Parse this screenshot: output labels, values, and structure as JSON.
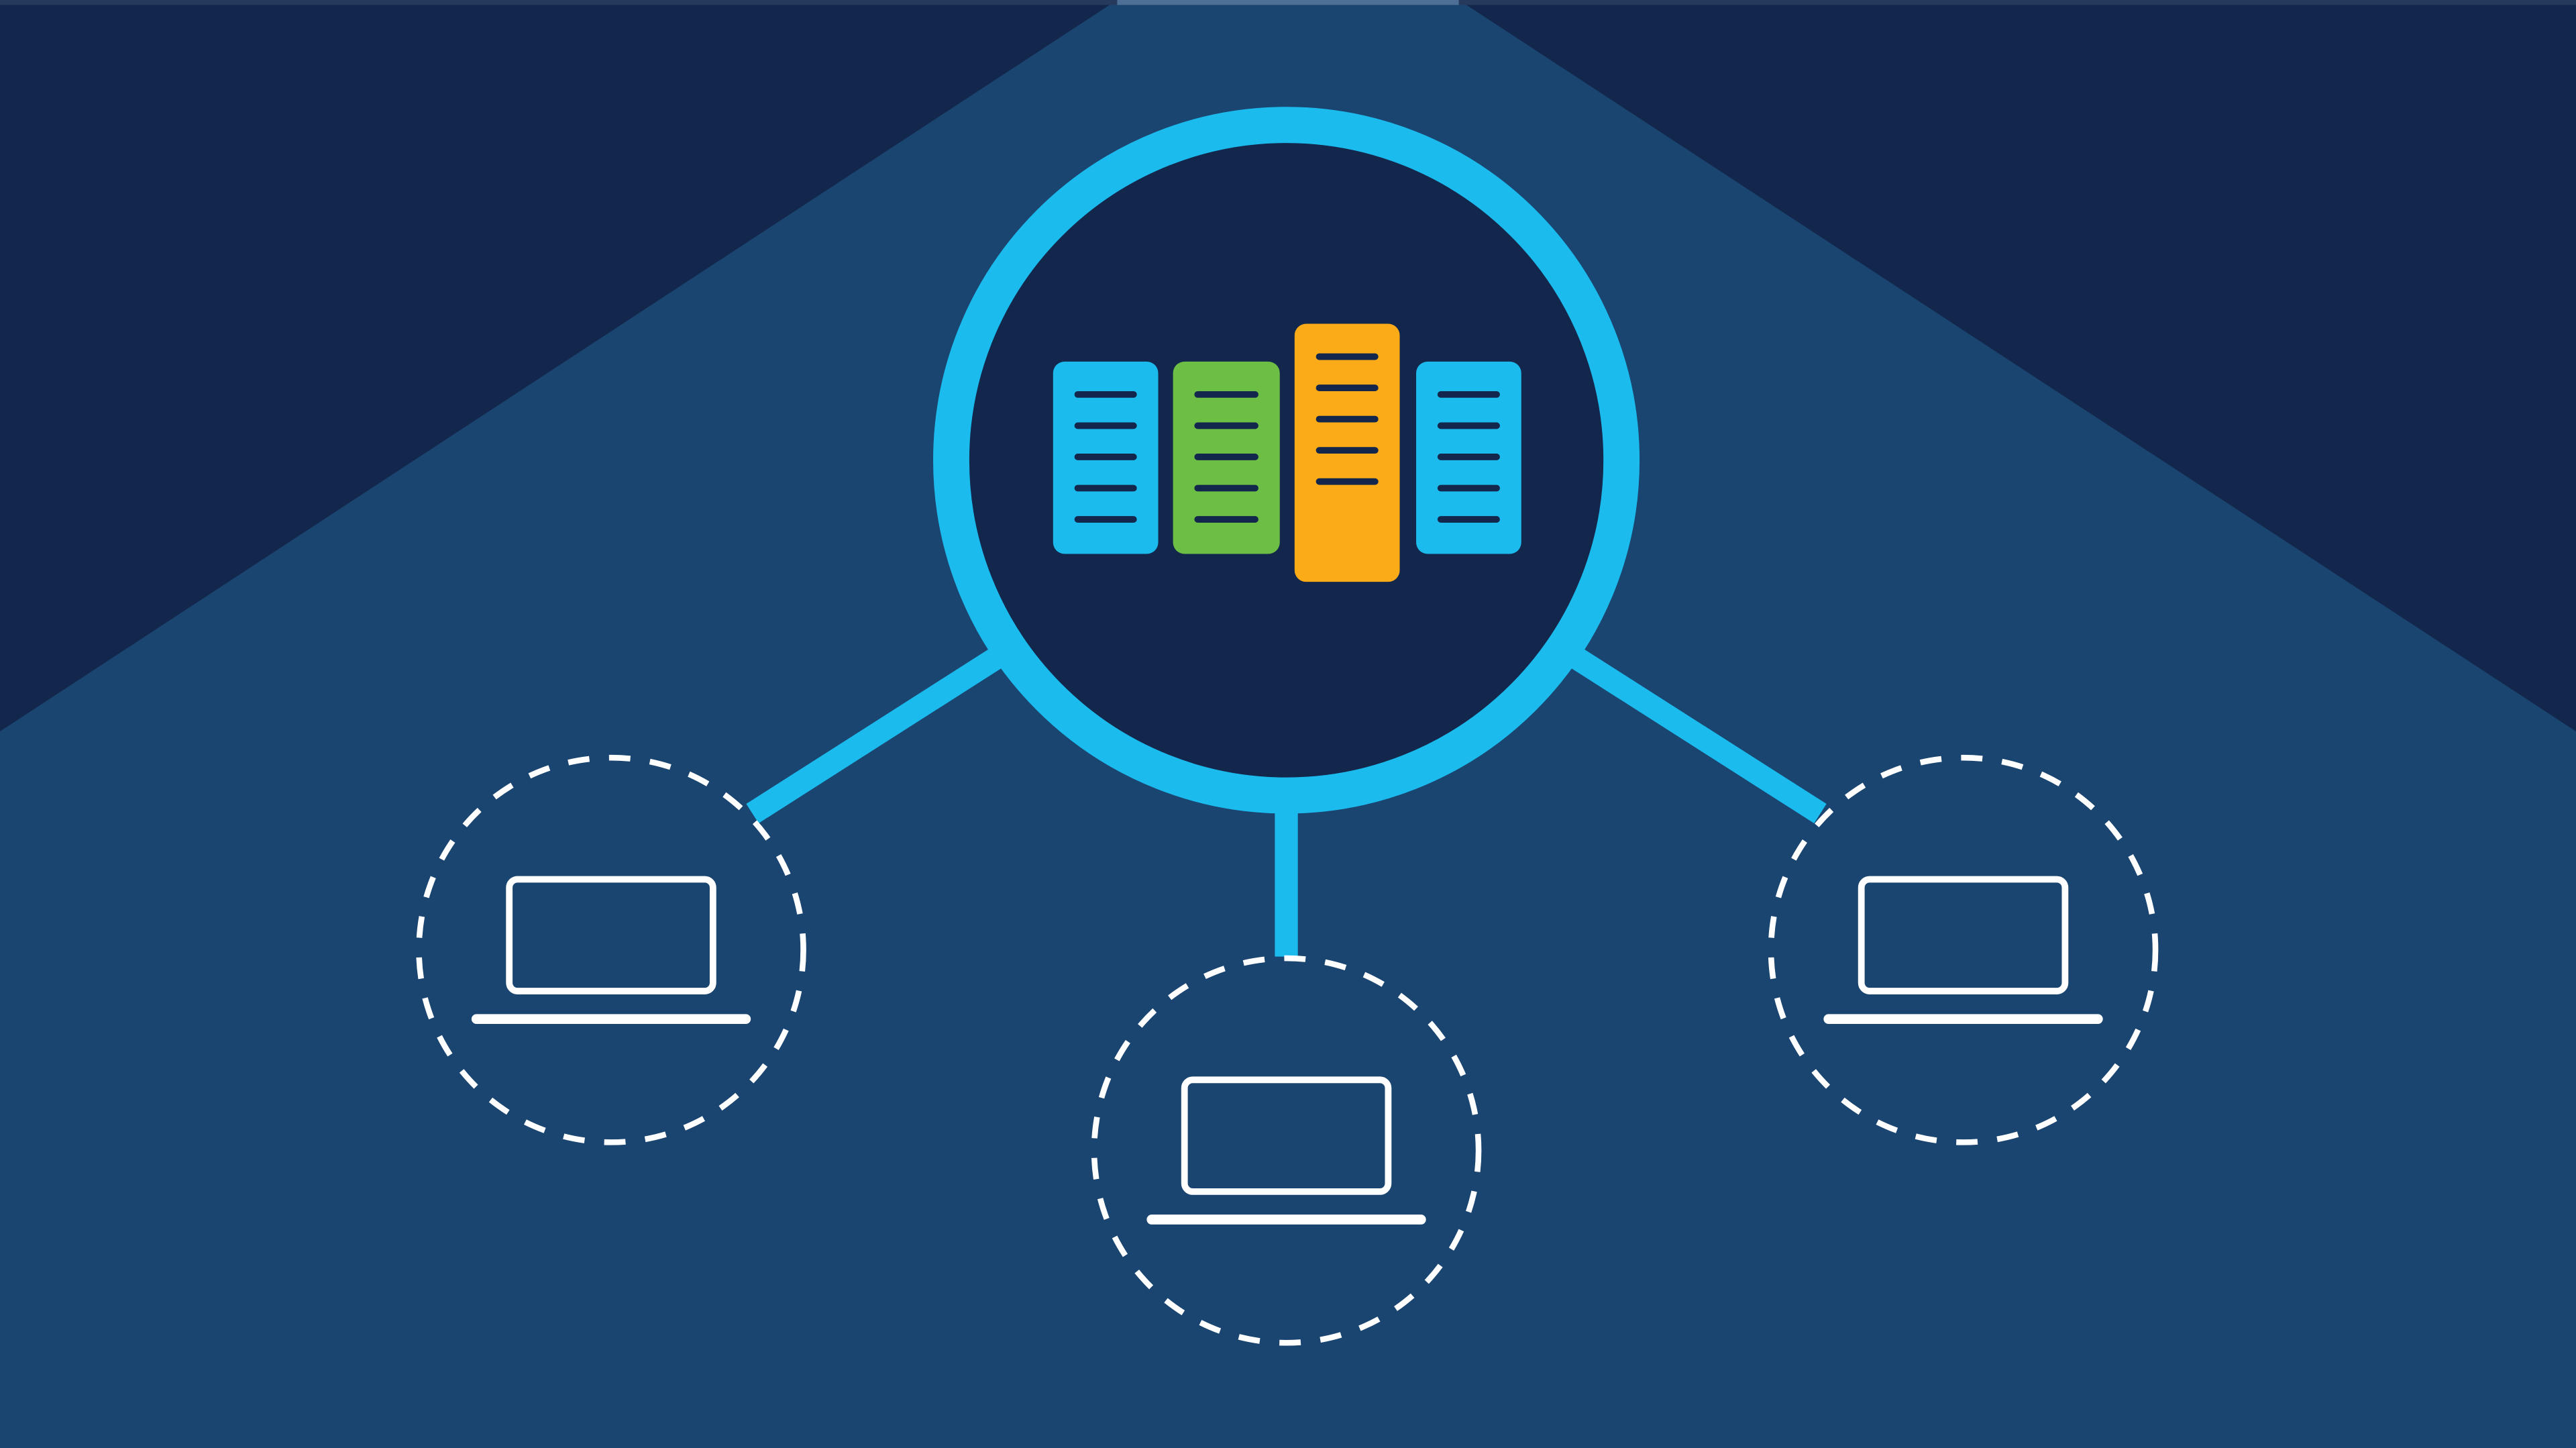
{
  "colors": {
    "background": "#1a4570",
    "dark_navy": "#13264b",
    "top_strip": "#4f7096",
    "accent_cyan": "#1bbbee",
    "server_green": "#6cbe45",
    "server_orange": "#fbab18",
    "dashed_white": "#ffffff"
  },
  "diagram": {
    "hub_icon": "server-rack-icon",
    "client_icon": "laptop-icon",
    "client_count": 3,
    "servers": [
      {
        "color": "#1bbbee",
        "slots": 5
      },
      {
        "color": "#6cbe45",
        "slots": 5
      },
      {
        "color": "#fbab18",
        "slots": 5
      },
      {
        "color": "#1bbbee",
        "slots": 5
      }
    ]
  }
}
